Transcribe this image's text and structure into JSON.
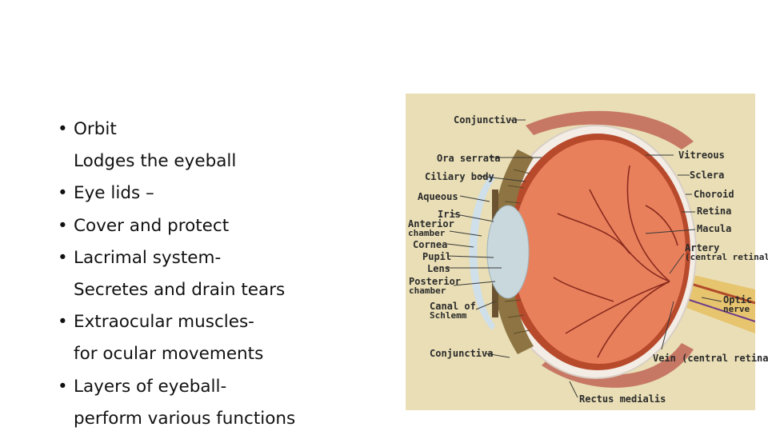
{
  "bullets": [
    {
      "text": "Orbit",
      "bullet": true
    },
    {
      "text": "Lodges the eyeball",
      "bullet": false
    },
    {
      "text": "Eye lids –",
      "bullet": true
    },
    {
      "text": "Cover and protect",
      "bullet": true
    },
    {
      "text": "Lacrimal system-",
      "bullet": true
    },
    {
      "text": "Secretes and drain tears",
      "bullet": false
    },
    {
      "text": "Extraocular muscles-",
      "bullet": true
    },
    {
      "text": "for ocular movements",
      "bullet": false
    },
    {
      "text": "Layers of eyeball-",
      "bullet": true
    },
    {
      "text": "perform various functions",
      "bullet": false
    }
  ],
  "bullet_symbol": "•",
  "diagram": {
    "labels": {
      "conjunctiva_top": "Conjunctiva",
      "ora_serrata": "Ora serrata",
      "ciliary_body": "Ciliary body",
      "aqueous": "Aqueous",
      "iris": "Iris",
      "anterior": "Anterior",
      "anterior2": "chamber",
      "cornea": "Cornea",
      "pupil": "Pupil",
      "lens": "Lens",
      "posterior": "Posterior",
      "posterior2": "chamber",
      "canal": "Canal of",
      "canal2": "Schlemm",
      "conjunctiva_bottom": "Conjunctiva",
      "vitreous": "Vitreous",
      "sclera": "Sclera",
      "choroid": "Choroid",
      "retina": "Retina",
      "macula": "Macula",
      "artery": "Artery",
      "artery2": "(central retinal)",
      "optic": "Optic",
      "optic2": "nerve",
      "vein": "Vein (central retinal)",
      "rectus": "Rectus medialis"
    },
    "colors": {
      "background": "#e9deb5",
      "sclera": "#f3ede6",
      "choroid": "#b84a2c",
      "retina_interior": "#e9805c",
      "ciliary": "#8e7442",
      "lens": "#c9d8dd",
      "cornea": "#cfe0ea",
      "muscle": "#c77865",
      "optic_nerve": "#e7c46e",
      "vessels": "#8a2b1e"
    }
  }
}
